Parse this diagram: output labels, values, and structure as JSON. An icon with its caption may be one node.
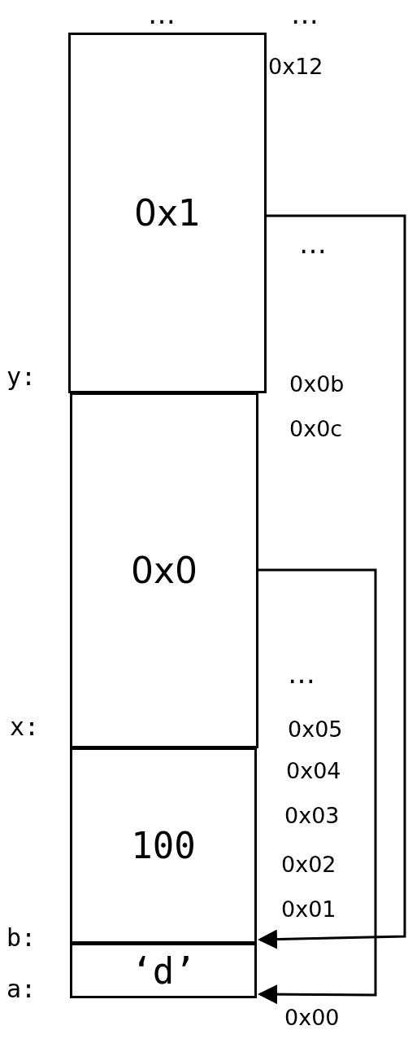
{
  "diagram": {
    "nodes": [
      {
        "text": [
          "0x1"
        ]
      },
      {
        "text": [
          "0x0"
        ]
      },
      {
        "text": [
          "100"
        ]
      },
      {
        "text": [
          "‘d’"
        ]
      }
    ],
    "edges": [
      {
        "from": 0,
        "to": 2,
        "arrow": "to"
      },
      {
        "from": 1,
        "to": 3,
        "arrow": "to"
      }
    ],
    "labels": [
      "…",
      "…",
      "0x12",
      "…",
      "y:",
      "0x0b",
      "0x0c",
      "…",
      "x:",
      "0x05",
      "0x04",
      "0x03",
      "0x02",
      "b:",
      "0x01",
      "a:",
      "0x00"
    ]
  }
}
